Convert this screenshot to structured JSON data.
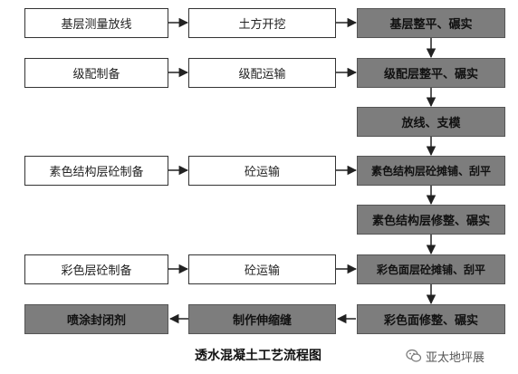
{
  "nodes": {
    "n1": "基层测量放线",
    "n2": "土方开挖",
    "n3": "基层整平、碾实",
    "n4": "级配制备",
    "n5": "级配运输",
    "n6": "级配层整平、碾实",
    "n7": "放线、支模",
    "n8": "素色结构层砼制备",
    "n9": "砼运输",
    "n10": "素色结构层砼摊铺、刮平",
    "n11": "素色结构层修整、碾实",
    "n12": "彩色层砼制备",
    "n13": "砼运输",
    "n14": "彩色面层砼摊铺、刮平",
    "n15": "彩色面修整、碾实",
    "n16": "制作伸缩缝",
    "n17": "喷涂封闭剂"
  },
  "caption": "透水混凝土工艺流程图",
  "watermark": "亚太地坪展",
  "colors": {
    "gray_box": "#7d7d7d",
    "line": "#222222"
  }
}
